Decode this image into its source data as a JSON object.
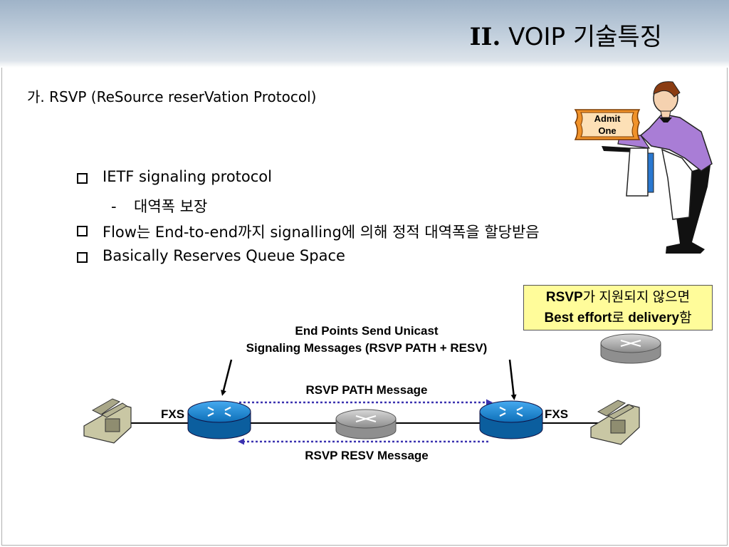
{
  "header": {
    "title_roman": "II.",
    "title_rest": " VOIP 기술특징"
  },
  "subtitle": "가. RSVP (ReSource reserVation Protocol)",
  "bullets": [
    {
      "text": "IETF signaling protocol",
      "sub": "대역폭 보장"
    },
    {
      "text": "Flow는 End-to-end까지 signalling에 의해 정적 대역폭을 할당받음"
    },
    {
      "text": "Basically Reserves Queue Space"
    }
  ],
  "ticket": {
    "line1": "Admit",
    "line2": "One"
  },
  "note": {
    "line1_bold": "RSVP",
    "line1_rest": "가 지원되지 않으면",
    "line2_bold1": "Best effort",
    "line2_mid": "로 ",
    "line2_bold2": "delivery",
    "line2_end": "함"
  },
  "diagram": {
    "endpoints_line1": "End Points Send Unicast",
    "endpoints_line2": "Signaling Messages (RSVP PATH + RESV)",
    "path_label": "RSVP PATH Message",
    "resv_label": "RSVP RESV Message",
    "fxs_left": "FXS",
    "fxs_right": "FXS"
  },
  "colors": {
    "router_blue": "#1f8fd6",
    "router_gray": "#a8a8a8",
    "arrow_dotted": "#3b33b0",
    "note_bg": "#fffc9a",
    "waiter_shirt": "#a97dd6"
  }
}
